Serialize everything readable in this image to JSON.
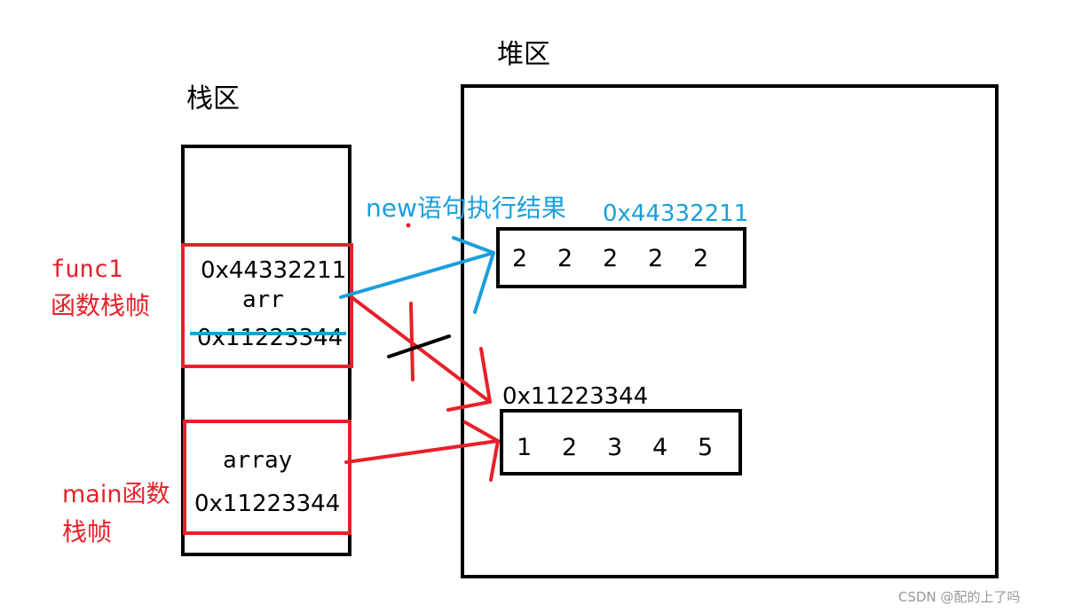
{
  "labels": {
    "heap": "堆区",
    "stack": "栈区",
    "func1_line1": "func1",
    "func1_line2": "函数栈帧",
    "main_line1": "main函数",
    "main_line2": "栈帧",
    "new_result": "new语句执行结果",
    "new_addr": "0x44332211",
    "old_addr": "0x11223344"
  },
  "func1_frame": {
    "addr_new": "0x44332211",
    "var": "arr",
    "addr_old": "0x11223344"
  },
  "main_frame": {
    "var": "array",
    "addr": "0x11223344"
  },
  "new_array": [
    "2",
    "2",
    "2",
    "2",
    "2"
  ],
  "old_array": [
    "1",
    "2",
    "3",
    "4",
    "5"
  ],
  "watermark": "CSDN @配的上了吗",
  "colors": {
    "black": "#000000",
    "red": "#e8202a",
    "blue": "#1a9fdb",
    "gray": "#999999"
  }
}
